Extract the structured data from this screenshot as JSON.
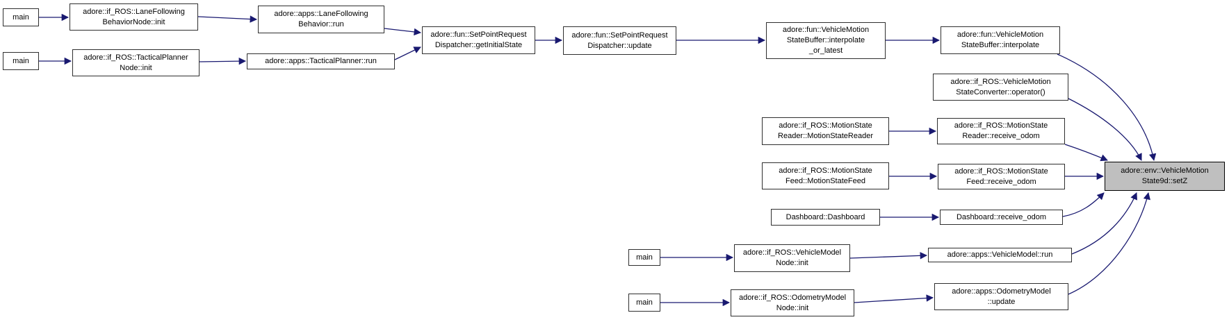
{
  "diagram": {
    "kind": "call-graph",
    "target_node_id": "setz",
    "colors": {
      "edge": "#191970",
      "node_fill": "#ffffff",
      "node_border": "#2e2e2e",
      "target_fill": "#bfbfbf",
      "text": "#000000",
      "background": "#ffffff"
    },
    "nodes": [
      {
        "id": "main-1",
        "label": "main",
        "lines": [
          "main"
        ]
      },
      {
        "id": "lanefollowing-node-init",
        "label": "adore::if_ROS::LaneFollowingBehaviorNode::init",
        "lines": [
          "adore::if_ROS::LaneFollowing",
          "BehaviorNode::init"
        ]
      },
      {
        "id": "lanefollowing-run",
        "label": "adore::apps::LaneFollowingBehavior::run",
        "lines": [
          "adore::apps::LaneFollowing",
          "Behavior::run"
        ]
      },
      {
        "id": "main-2",
        "label": "main",
        "lines": [
          "main"
        ]
      },
      {
        "id": "tacticalplanner-node-init",
        "label": "adore::if_ROS::TacticalPlannerNode::init",
        "lines": [
          "adore::if_ROS::TacticalPlanner",
          "Node::init"
        ]
      },
      {
        "id": "tacticalplanner-run",
        "label": "adore::apps::TacticalPlanner::run",
        "lines": [
          "adore::apps::TacticalPlanner::run"
        ]
      },
      {
        "id": "dispatcher-getinitialstate",
        "label": "adore::fun::SetPointRequestDispatcher::getInitialState",
        "lines": [
          "adore::fun::SetPointRequest",
          "Dispatcher::getInitialState"
        ]
      },
      {
        "id": "dispatcher-update",
        "label": "adore::fun::SetPointRequestDispatcher::update",
        "lines": [
          "adore::fun::SetPointRequest",
          "Dispatcher::update"
        ]
      },
      {
        "id": "statebuffer-interpolate-or-latest",
        "label": "adore::fun::VehicleMotionStateBuffer::interpolate_or_latest",
        "lines": [
          "adore::fun::VehicleMotion",
          "StateBuffer::interpolate",
          "_or_latest"
        ]
      },
      {
        "id": "statebuffer-interpolate",
        "label": "adore::fun::VehicleMotionStateBuffer::interpolate",
        "lines": [
          "adore::fun::VehicleMotion",
          "StateBuffer::interpolate"
        ]
      },
      {
        "id": "stateconverter-operator",
        "label": "adore::if_ROS::VehicleMotionStateConverter::operator()",
        "lines": [
          "adore::if_ROS::VehicleMotion",
          "StateConverter::operator()"
        ]
      },
      {
        "id": "motionstatereader-ctor",
        "label": "adore::if_ROS::MotionStateReader::MotionStateReader",
        "lines": [
          "adore::if_ROS::MotionState",
          "Reader::MotionStateReader"
        ]
      },
      {
        "id": "motionstatereader-receive-odom",
        "label": "adore::if_ROS::MotionStateReader::receive_odom",
        "lines": [
          "adore::if_ROS::MotionState",
          "Reader::receive_odom"
        ]
      },
      {
        "id": "motionstatefeed-ctor",
        "label": "adore::if_ROS::MotionStateFeed::MotionStateFeed",
        "lines": [
          "adore::if_ROS::MotionState",
          "Feed::MotionStateFeed"
        ]
      },
      {
        "id": "motionstatefeed-receive-odom",
        "label": "adore::if_ROS::MotionStateFeed::receive_odom",
        "lines": [
          "adore::if_ROS::MotionState",
          "Feed::receive_odom"
        ]
      },
      {
        "id": "dashboard-ctor",
        "label": "Dashboard::Dashboard",
        "lines": [
          "Dashboard::Dashboard"
        ]
      },
      {
        "id": "dashboard-receive-odom",
        "label": "Dashboard::receive_odom",
        "lines": [
          "Dashboard::receive_odom"
        ]
      },
      {
        "id": "main-3",
        "label": "main",
        "lines": [
          "main"
        ]
      },
      {
        "id": "vehiclemodel-node-init",
        "label": "adore::if_ROS::VehicleModelNode::init",
        "lines": [
          "adore::if_ROS::VehicleModel",
          "Node::init"
        ]
      },
      {
        "id": "vehiclemodel-run",
        "label": "adore::apps::VehicleModel::run",
        "lines": [
          "adore::apps::VehicleModel::run"
        ]
      },
      {
        "id": "main-4",
        "label": "main",
        "lines": [
          "main"
        ]
      },
      {
        "id": "odometrymodel-node-init",
        "label": "adore::if_ROS::OdometryModelNode::init",
        "lines": [
          "adore::if_ROS::OdometryModel",
          "Node::init"
        ]
      },
      {
        "id": "odometrymodel-update",
        "label": "adore::apps::OdometryModel::update",
        "lines": [
          "adore::apps::OdometryModel",
          "::update"
        ]
      },
      {
        "id": "setz",
        "label": "adore::env::VehicleMotionState9d::setZ",
        "lines": [
          "adore::env::VehicleMotion",
          "State9d::setZ"
        ]
      }
    ],
    "edges": [
      {
        "from": "main-1",
        "to": "lanefollowing-node-init"
      },
      {
        "from": "lanefollowing-node-init",
        "to": "lanefollowing-run"
      },
      {
        "from": "lanefollowing-run",
        "to": "dispatcher-getinitialstate"
      },
      {
        "from": "main-2",
        "to": "tacticalplanner-node-init"
      },
      {
        "from": "tacticalplanner-node-init",
        "to": "tacticalplanner-run"
      },
      {
        "from": "tacticalplanner-run",
        "to": "dispatcher-getinitialstate"
      },
      {
        "from": "dispatcher-getinitialstate",
        "to": "dispatcher-update"
      },
      {
        "from": "dispatcher-update",
        "to": "statebuffer-interpolate-or-latest"
      },
      {
        "from": "statebuffer-interpolate-or-latest",
        "to": "statebuffer-interpolate"
      },
      {
        "from": "statebuffer-interpolate",
        "to": "setz"
      },
      {
        "from": "stateconverter-operator",
        "to": "setz"
      },
      {
        "from": "motionstatereader-ctor",
        "to": "motionstatereader-receive-odom"
      },
      {
        "from": "motionstatereader-receive-odom",
        "to": "setz"
      },
      {
        "from": "motionstatefeed-ctor",
        "to": "motionstatefeed-receive-odom"
      },
      {
        "from": "motionstatefeed-receive-odom",
        "to": "setz"
      },
      {
        "from": "dashboard-ctor",
        "to": "dashboard-receive-odom"
      },
      {
        "from": "dashboard-receive-odom",
        "to": "setz"
      },
      {
        "from": "main-3",
        "to": "vehiclemodel-node-init"
      },
      {
        "from": "vehiclemodel-node-init",
        "to": "vehiclemodel-run"
      },
      {
        "from": "vehiclemodel-run",
        "to": "setz"
      },
      {
        "from": "main-4",
        "to": "odometrymodel-node-init"
      },
      {
        "from": "odometrymodel-node-init",
        "to": "odometrymodel-update"
      },
      {
        "from": "odometrymodel-update",
        "to": "setz"
      }
    ]
  }
}
